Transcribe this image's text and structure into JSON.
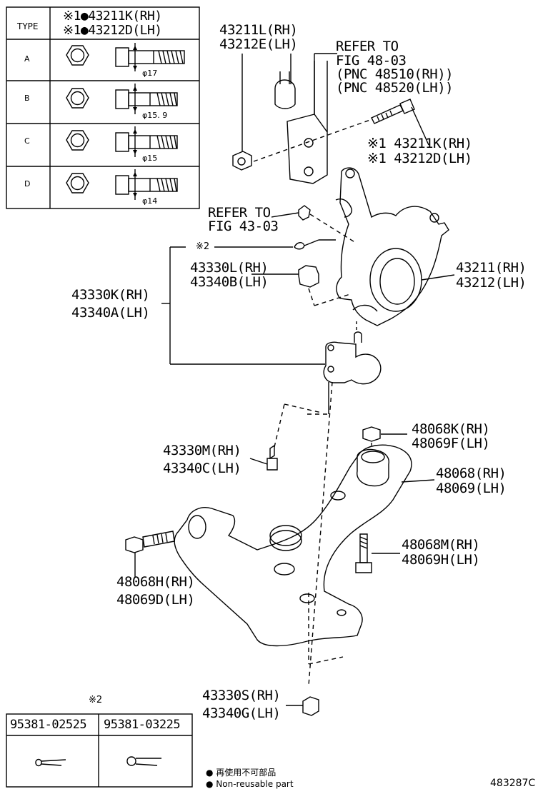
{
  "type_table": {
    "header_type": "TYPE",
    "header_part_rh": "※1●43211K(RH)",
    "header_part_lh": "※1●43212D(LH)",
    "rows": [
      {
        "type": "A",
        "dim": "φ17"
      },
      {
        "type": "B",
        "dim": "φ15. 9"
      },
      {
        "type": "C",
        "dim": "φ15"
      },
      {
        "type": "D",
        "dim": "φ14"
      }
    ]
  },
  "labels": {
    "bracket_rh": "43211L(RH)",
    "bracket_lh": "43212E(LH)",
    "refer_48_line1": "REFER TO",
    "refer_48_line2": "FIG 48-03",
    "refer_48_line3": "(PNC 48510(RH))",
    "refer_48_line4": "(PNC 48520(LH))",
    "bolt_rh": "※1 43211K(RH)",
    "bolt_lh": "※1 43212D(LH)",
    "refer_43_line1": "REFER TO",
    "refer_43_line2": "FIG 43-03",
    "cotter_mark": "※2",
    "nut_rh": "43330L(RH)",
    "nut_lh": "43340B(LH)",
    "joint_rh": "43330K(RH)",
    "joint_lh": "43340A(LH)",
    "knuckle_rh": "43211(RH)",
    "knuckle_lh": "43212(LH)",
    "arm_nut_rh": "48068K(RH)",
    "arm_nut_lh": "48069F(LH)",
    "joint_bolt_rh": "43330M(RH)",
    "joint_bolt_lh": "43340C(LH)",
    "arm_rh": "48068(RH)",
    "arm_lh": "48069(LH)",
    "arm_bolt_rh": "48068M(RH)",
    "arm_bolt_lh": "48069H(LH)",
    "front_bolt_rh": "48068H(RH)",
    "front_bolt_lh": "48069D(LH)",
    "bottom_nut_rh": "43330S(RH)",
    "bottom_nut_lh": "43340G(LH)"
  },
  "pin_table": {
    "mark": "※2",
    "parts": [
      "95381-02525",
      "95381-03225"
    ]
  },
  "legend": {
    "line1": "● 再使用不可部品",
    "line2": "● Non-reusable part"
  },
  "figure_id": "483287C"
}
